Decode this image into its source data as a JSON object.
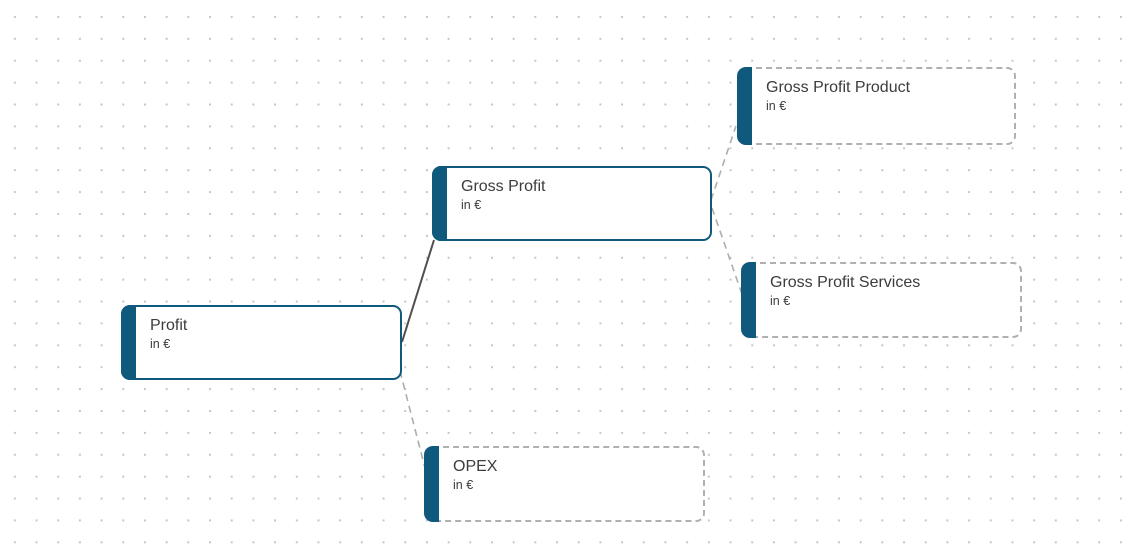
{
  "canvas": {
    "kind": "driver-tree-diagram",
    "background": "#ffffff",
    "dot_grid_color": "#c6c6c6"
  },
  "palette": {
    "accent_blue": "#0e597c",
    "solid_border": "#0e597c",
    "dashed_border": "#b0b0b0",
    "connector_solid": "#4f4f4f",
    "connector_dashed": "#adadad",
    "text": "#3c3c3c"
  },
  "nodes": [
    {
      "id": "profit",
      "title": "Profit",
      "unit": "in €",
      "style": "solid"
    },
    {
      "id": "gross-profit",
      "title": "Gross Profit",
      "unit": "in €",
      "style": "solid"
    },
    {
      "id": "gross-profit-product",
      "title": "Gross Profit Product",
      "unit": "in €",
      "style": "dashed"
    },
    {
      "id": "gross-profit-services",
      "title": "Gross Profit Services",
      "unit": "in €",
      "style": "dashed"
    },
    {
      "id": "opex",
      "title": "OPEX",
      "unit": "in €",
      "style": "dashed"
    }
  ],
  "edges": [
    {
      "from": "profit",
      "to": "gross-profit",
      "style": "solid"
    },
    {
      "from": "profit",
      "to": "opex",
      "style": "dashed"
    },
    {
      "from": "gross-profit",
      "to": "gross-profit-product",
      "style": "dashed"
    },
    {
      "from": "gross-profit",
      "to": "gross-profit-services",
      "style": "dashed"
    }
  ]
}
